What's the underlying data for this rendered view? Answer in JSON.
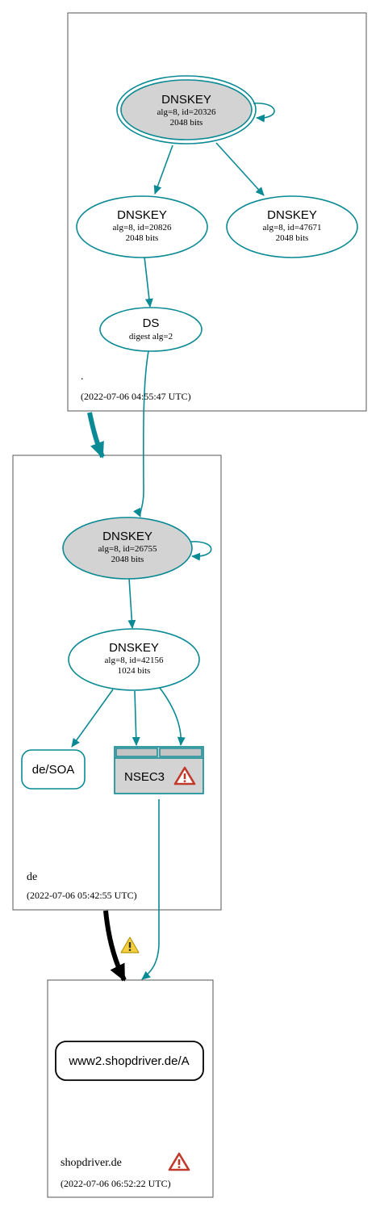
{
  "colors": {
    "teal": "#0a8a94",
    "node_fill_gray": "#d3d3d3",
    "black": "#000000",
    "warn_red": "#c0392b",
    "warn_yellow": "#f4d03f"
  },
  "zones": {
    "root": {
      "name": ".",
      "timestamp": "(2022-07-06 04:55:47 UTC)"
    },
    "de": {
      "name": "de",
      "timestamp": "(2022-07-06 05:42:55 UTC)"
    },
    "shopdriver": {
      "name": "shopdriver.de",
      "timestamp": "(2022-07-06 06:52:22 UTC)",
      "icon": "error-warning-icon"
    }
  },
  "nodes": {
    "root_ksk": {
      "title": "DNSKEY",
      "line1": "alg=8, id=20326",
      "line2": "2048 bits"
    },
    "root_zsk1": {
      "title": "DNSKEY",
      "line1": "alg=8, id=20826",
      "line2": "2048 bits"
    },
    "root_zsk2": {
      "title": "DNSKEY",
      "line1": "alg=8, id=47671",
      "line2": "2048 bits"
    },
    "de_ds": {
      "title": "DS",
      "line1": "digest alg=2"
    },
    "de_ksk": {
      "title": "DNSKEY",
      "line1": "alg=8, id=26755",
      "line2": "2048 bits"
    },
    "de_zsk": {
      "title": "DNSKEY",
      "line1": "alg=8, id=42156",
      "line2": "1024 bits"
    },
    "de_soa": {
      "label": "de/SOA"
    },
    "nsec3": {
      "label": "NSEC3",
      "icon": "error-warning-icon"
    },
    "target": {
      "label": "www2.shopdriver.de/A"
    }
  },
  "delegation_warning_icon": "warning-icon"
}
